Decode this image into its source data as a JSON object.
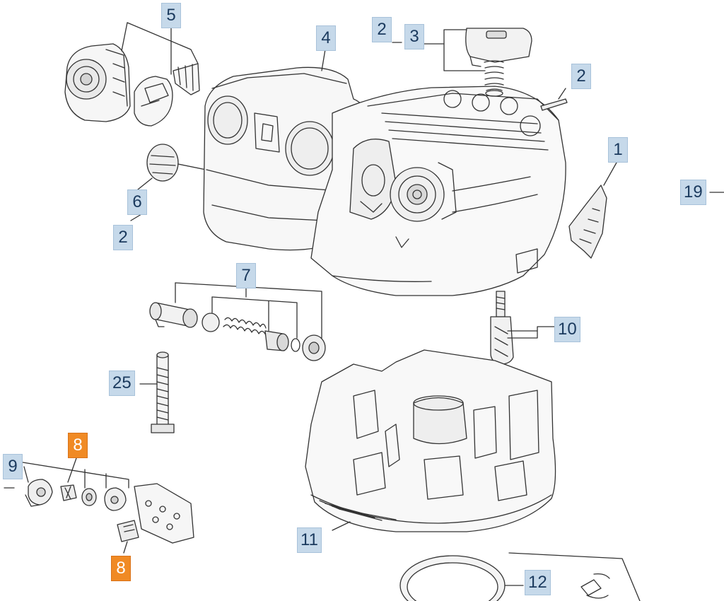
{
  "colors": {
    "callout_bg": "#c6d9ea",
    "callout_text": "#1b3a5e",
    "highlight_bg": "#f08a24",
    "highlight_text": "#ffffff",
    "line": "#333333"
  },
  "callouts": {
    "c5": "5",
    "c4": "4",
    "c2_top": "2",
    "c3": "3",
    "c2_right": "2",
    "c1": "1",
    "c19": "19",
    "c6": "6",
    "c2_left": "2",
    "c7": "7",
    "c10": "10",
    "c25": "25",
    "c8_top": "8",
    "c9": "9",
    "c8_bottom": "8",
    "c11": "11",
    "c12": "12"
  },
  "highlighted": [
    "8"
  ]
}
